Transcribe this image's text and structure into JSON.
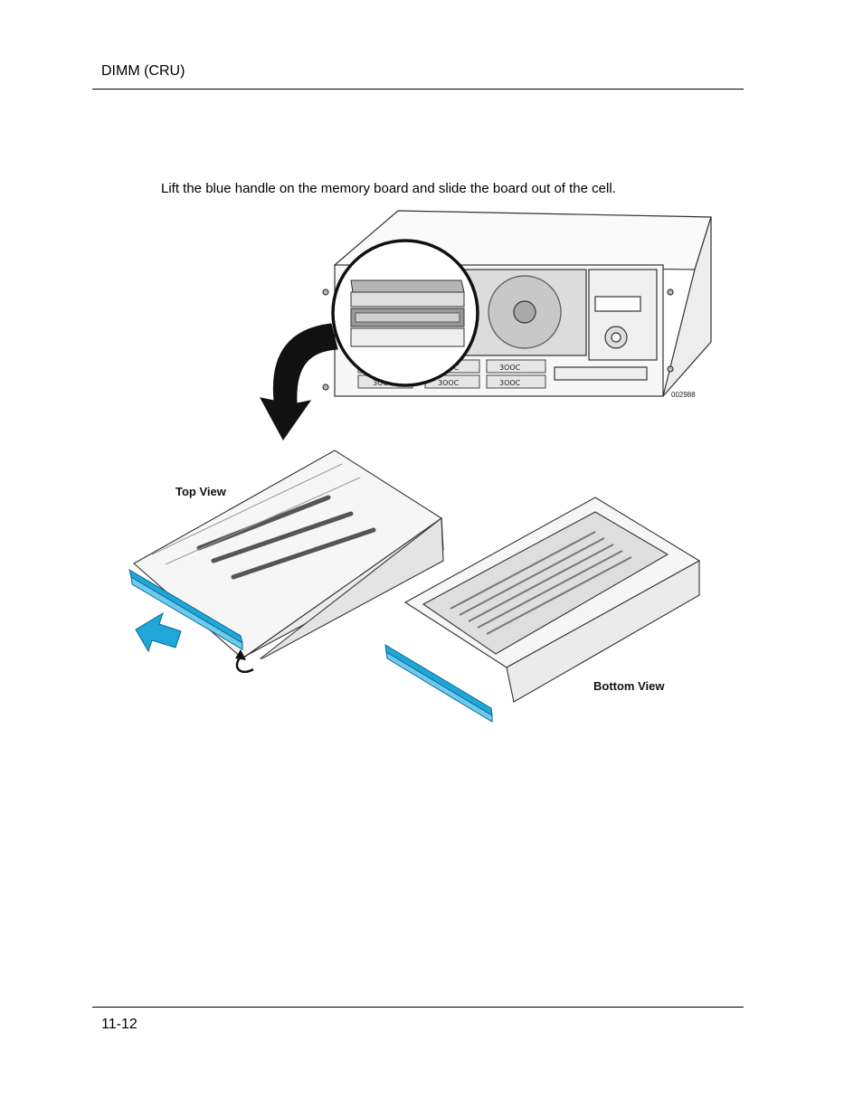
{
  "header": {
    "section_title": "DIMM (CRU)"
  },
  "instruction": {
    "text": "Lift the blue handle on the memory board and slide the board out of the cell."
  },
  "figure": {
    "figure_code": "002988",
    "top_view_label": "Top View",
    "bottom_view_label": "Bottom View",
    "colors": {
      "handle": "#1ea7d8",
      "arrow": "#1ea7d8",
      "line": "#333333",
      "chassis": "#f2f2f2"
    },
    "icons": [
      "curved-arrow-icon",
      "slide-out-arrow-icon",
      "lift-arrow-icon"
    ]
  },
  "footer": {
    "page_number": "11-12"
  }
}
